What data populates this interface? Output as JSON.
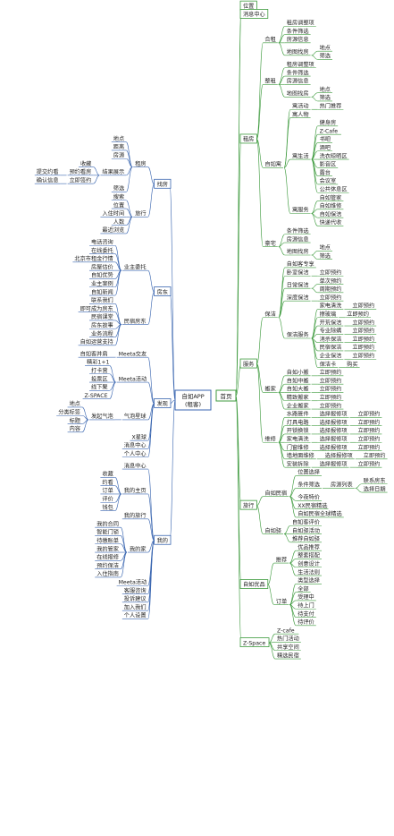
{
  "root": {
    "line1": "自如APP",
    "line2": "(租客)"
  },
  "colors": {
    "left": "#3a66b0",
    "right": "#3d9a3d",
    "line": "#555555",
    "center_fill": "#ffffff"
  },
  "right": [
    {
      "id": "r0",
      "text": "位置",
      "level": 1
    },
    {
      "id": "r1",
      "text": "消息中心",
      "level": 1
    },
    {
      "id": "zufang",
      "text": "租房",
      "level": 1,
      "children": [
        {
          "id": "hezu",
          "text": "合租",
          "children": [
            {
              "text": "租房调整项"
            },
            {
              "text": "条件筛选"
            },
            {
              "text": "房源信息"
            },
            {
              "text": "地图找房",
              "children": [
                {
                  "text": "地点"
                },
                {
                  "text": "筛选"
                }
              ]
            }
          ]
        },
        {
          "id": "zhengzu",
          "text": "整租",
          "children": [
            {
              "text": "租房调整项"
            },
            {
              "text": "条件筛选"
            },
            {
              "text": "房源信息"
            },
            {
              "text": "地图找房",
              "children": [
                {
                  "text": "地点"
                },
                {
                  "text": "筛选"
                }
              ]
            }
          ]
        },
        {
          "id": "ziruyu",
          "text": "自如寓",
          "children": [
            {
              "text": "寓活动",
              "children": [
                {
                  "text": "热门推荐"
                }
              ]
            },
            {
              "text": "寓人物"
            },
            {
              "text": "寓生活",
              "children": [
                {
                  "text": "健身房"
                },
                {
                  "text": "Z-Cafe"
                },
                {
                  "text": "书吧"
                },
                {
                  "text": "酒吧"
                },
                {
                  "text": "洗衣晾晒区"
                },
                {
                  "text": "影音区"
                },
                {
                  "text": "露台"
                },
                {
                  "text": "会议室"
                },
                {
                  "text": "公共休息区"
                }
              ]
            },
            {
              "text": "寓服务",
              "children": [
                {
                  "text": "自如管家"
                },
                {
                  "text": "自如维修"
                },
                {
                  "text": "自如保洁"
                },
                {
                  "text": "快递代收"
                }
              ]
            }
          ]
        },
        {
          "id": "haozhai",
          "text": "豪宅",
          "children": [
            {
              "text": "条件筛选"
            },
            {
              "text": "房源信息"
            },
            {
              "text": "地图找房",
              "children": [
                {
                  "text": "地点"
                },
                {
                  "text": "筛选"
                }
              ]
            }
          ]
        }
      ]
    },
    {
      "id": "fuwu",
      "text": "服务",
      "level": 1,
      "children": [
        {
          "text": "保洁",
          "children": [
            {
              "text": "自如客专享"
            },
            {
              "text": "卧室保洁",
              "children": [
                {
                  "text": "立即预约"
                }
              ]
            },
            {
              "text": "日常保洁",
              "children": [
                {
                  "text": "单次预约"
                },
                {
                  "text": "周期预约"
                }
              ]
            },
            {
              "text": "深度保洁",
              "children": [
                {
                  "text": "立即预约"
                }
              ]
            },
            {
              "text": "保洁服务",
              "children": [
                {
                  "text": "家电清洗",
                  "children": [
                    {
                      "text": "立即预约"
                    }
                  ]
                },
                {
                  "text": "擦玻璃",
                  "children": [
                    {
                      "text": "立即预约"
                    }
                  ]
                },
                {
                  "text": "开荒保洁",
                  "children": [
                    {
                      "text": "立即预约"
                    }
                  ]
                },
                {
                  "text": "专业除螨",
                  "children": [
                    {
                      "text": "立即预约"
                    }
                  ]
                },
                {
                  "text": "消杀保洁",
                  "children": [
                    {
                      "text": "立即预约"
                    }
                  ]
                },
                {
                  "text": "民宿保洁",
                  "children": [
                    {
                      "text": "立即预约"
                    }
                  ]
                },
                {
                  "text": "企业保洁",
                  "children": [
                    {
                      "text": "立即预约"
                    }
                  ]
                },
                {
                  "text": "保洁卡",
                  "children": [
                    {
                      "text": "购买"
                    }
                  ]
                }
              ]
            }
          ]
        },
        {
          "text": "搬家",
          "children": [
            {
              "text": "自如小搬",
              "children": [
                {
                  "text": "立即预约"
                }
              ]
            },
            {
              "text": "自如中搬",
              "children": [
                {
                  "text": "立即预约"
                }
              ]
            },
            {
              "text": "自如大搬",
              "children": [
                {
                  "text": "立即预约"
                }
              ]
            },
            {
              "text": "精致搬家",
              "children": [
                {
                  "text": "立即预约"
                }
              ]
            },
            {
              "text": "企业搬家",
              "children": [
                {
                  "text": "立即预约"
                }
              ]
            }
          ]
        },
        {
          "text": "维修",
          "children": [
            {
              "text": "水路管件",
              "children": [
                {
                  "text": "选择报修项",
                  "children": [
                    {
                      "text": "立即预约"
                    }
                  ]
                }
              ]
            },
            {
              "text": "灯具电路",
              "children": [
                {
                  "text": "选择报修项",
                  "children": [
                    {
                      "text": "立即预约"
                    }
                  ]
                }
              ]
            },
            {
              "text": "开锁换锁",
              "children": [
                {
                  "text": "选择报修项",
                  "children": [
                    {
                      "text": "立即预约"
                    }
                  ]
                }
              ]
            },
            {
              "text": "家电清洗",
              "children": [
                {
                  "text": "选择报修项",
                  "children": [
                    {
                      "text": "立即预约"
                    }
                  ]
                }
              ]
            },
            {
              "text": "门窗维修",
              "children": [
                {
                  "text": "选择报修项",
                  "children": [
                    {
                      "text": "立即预约"
                    }
                  ]
                }
              ]
            },
            {
              "text": "墙地面维修",
              "children": [
                {
                  "text": "选择报修项",
                  "children": [
                    {
                      "text": "立即预约"
                    }
                  ]
                }
              ]
            },
            {
              "text": "安装拆除",
              "children": [
                {
                  "text": "选择报修项",
                  "children": [
                    {
                      "text": "立即预约"
                    }
                  ]
                }
              ]
            }
          ]
        }
      ]
    },
    {
      "id": "lvxing",
      "text": "旅行",
      "level": 1,
      "children": [
        {
          "text": "自如民宿",
          "children": [
            {
              "text": "位置选择"
            },
            {
              "text": "条件筛选",
              "children": [
                {
                  "text": "房源列表",
                  "children": [
                    {
                      "text": "联系房东"
                    },
                    {
                      "text": "选择日期"
                    }
                  ]
                }
              ]
            },
            {
              "text": "今夜特价"
            },
            {
              "text": "XX民宿精选"
            },
            {
              "text": "自如民宿全球精选"
            }
          ]
        },
        {
          "text": "自如驿",
          "children": [
            {
              "text": "自如客评价"
            },
            {
              "text": "自如驿活动"
            },
            {
              "text": "推荐自如驿"
            }
          ]
        }
      ]
    },
    {
      "id": "youpin",
      "text": "自如优品",
      "level": 1,
      "children": [
        {
          "text": "推荐",
          "children": [
            {
              "text": "优品推荐"
            },
            {
              "text": "整套搭配"
            },
            {
              "text": "创意设计"
            },
            {
              "text": "生活法则"
            }
          ]
        },
        {
          "text": "订单",
          "children": [
            {
              "text": "类型选择"
            },
            {
              "text": "全部"
            },
            {
              "text": "受理中"
            },
            {
              "text": "待上门"
            },
            {
              "text": "待支付"
            },
            {
              "text": "待评价"
            }
          ]
        }
      ]
    },
    {
      "id": "zspace",
      "text": "Z-Space",
      "level": 1,
      "children": [
        {
          "text": "Z-cafe"
        },
        {
          "text": "热门活动"
        },
        {
          "text": "共享空间"
        },
        {
          "text": "精选民宿"
        }
      ]
    }
  ],
  "left": [
    {
      "id": "zhaofang",
      "text": "找房",
      "children": [
        {
          "text": "租房",
          "children": [
            {
              "text": "地点"
            },
            {
              "text": "距离"
            },
            {
              "text": "房源"
            },
            {
              "text": "结果展示",
              "children": [
                {
                  "text": "收藏"
                },
                {
                  "text": "预约看房",
                  "children": [
                    {
                      "text": "提交约看"
                    }
                  ]
                },
                {
                  "text": "立即签约",
                  "children": [
                    {
                      "text": "确认信息"
                    }
                  ]
                }
              ]
            },
            {
              "text": "筛选"
            }
          ]
        },
        {
          "text": "旅行",
          "children": [
            {
              "text": "搜索"
            },
            {
              "text": "位置"
            },
            {
              "text": "入住时间"
            },
            {
              "text": "人数"
            },
            {
              "text": "最近浏览"
            }
          ]
        }
      ]
    },
    {
      "id": "fangdong",
      "text": "房东",
      "children": [
        {
          "text": "业主委托",
          "children": [
            {
              "text": "电话咨询"
            },
            {
              "text": "在线委托"
            },
            {
              "text": "北京市租金行情"
            },
            {
              "text": "房屋估价"
            },
            {
              "text": "自如优势"
            },
            {
              "text": "业主案例"
            },
            {
              "text": "自如新闻"
            }
          ]
        },
        {
          "text": "民宿房东",
          "children": [
            {
              "text": "联系我们"
            },
            {
              "text": "即可成为房东"
            },
            {
              "text": "民宿课堂"
            },
            {
              "text": "房东故事"
            },
            {
              "text": "业务流程"
            },
            {
              "text": "自如运营支持"
            }
          ]
        }
      ]
    },
    {
      "id": "faxian",
      "text": "发现",
      "children": [
        {
          "text": "Meeta交友",
          "children": [
            {
              "text": "自如客并肩"
            }
          ]
        },
        {
          "text": "Meeta活动",
          "children": [
            {
              "text": "精彩1+1"
            },
            {
              "text": "打卡营"
            },
            {
              "text": "投票区"
            },
            {
              "text": "线下聚"
            },
            {
              "text": "Z-SPACE"
            }
          ]
        },
        {
          "text": "气泡星球",
          "children": [
            {
              "text": "发起气泡",
              "children": [
                {
                  "text": "地点"
                },
                {
                  "text": "分类标签"
                },
                {
                  "text": "标题"
                },
                {
                  "text": "内容"
                }
              ]
            }
          ]
        },
        {
          "text": "X星球"
        },
        {
          "text": "消息中心"
        },
        {
          "text": "个人中心"
        }
      ]
    },
    {
      "id": "wode",
      "text": "我的",
      "children": [
        {
          "text": "消息中心"
        },
        {
          "text": "我的主页",
          "children": [
            {
              "text": "收藏"
            },
            {
              "text": "约看"
            },
            {
              "text": "订单"
            },
            {
              "text": "评价"
            },
            {
              "text": "钱包"
            }
          ]
        },
        {
          "text": "我的旅行"
        },
        {
          "text": "我的家",
          "children": [
            {
              "text": "我的合同"
            },
            {
              "text": "智能门锁"
            },
            {
              "text": "待缴账单"
            },
            {
              "text": "我的管家"
            },
            {
              "text": "在线报修"
            },
            {
              "text": "预约保洁"
            },
            {
              "text": "入住指南"
            }
          ]
        },
        {
          "text": "Meeta活动"
        },
        {
          "text": "客服咨询"
        },
        {
          "text": "投诉建议"
        },
        {
          "text": "加入我们"
        },
        {
          "text": "个人设置"
        }
      ]
    }
  ],
  "home": "首页"
}
